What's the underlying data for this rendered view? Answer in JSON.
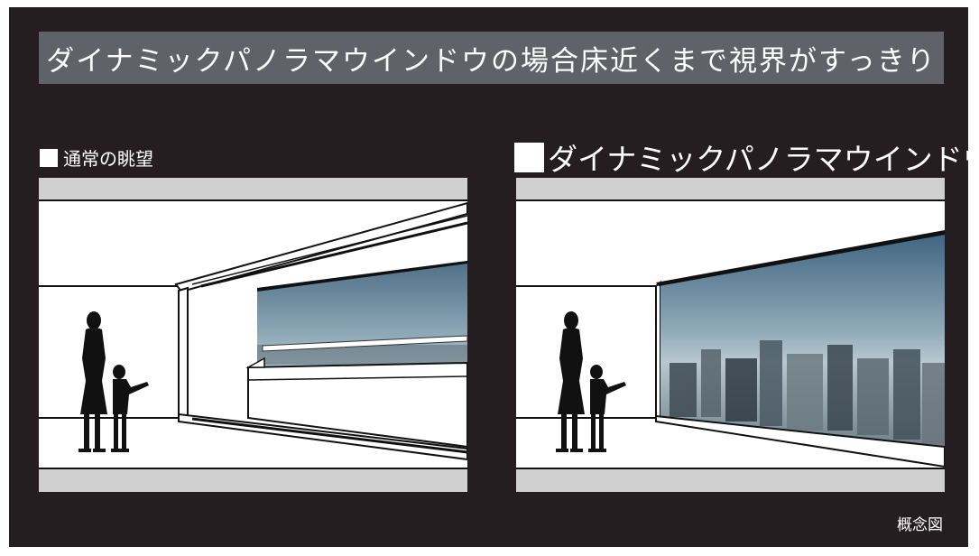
{
  "title": "ダイナミックパノラマウインドウの場合床近くまで視界がすっきり",
  "panels": {
    "left_label": "通常の眺望",
    "right_label": "ダイナミックパノラマウインドウ"
  },
  "caption": "概念図",
  "icons": [
    "square-bullet-icon",
    "woman-silhouette-icon",
    "child-silhouette-icon"
  ],
  "colors": {
    "background": "#251e21",
    "title_bar": "#5f6368",
    "text": "#ffffff"
  }
}
